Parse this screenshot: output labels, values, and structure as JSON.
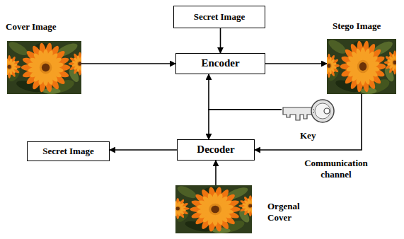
{
  "diagram": {
    "nodes": [
      {
        "text": [
          "Cover Image"
        ]
      },
      {
        "text": [
          "Secret Image"
        ]
      },
      {
        "text": [
          "Encoder"
        ]
      },
      {
        "text": [
          "Stego Image"
        ]
      },
      {
        "text": [
          "Key"
        ]
      },
      {
        "text": [
          "Secret Image"
        ]
      },
      {
        "text": [
          "Decoder"
        ]
      },
      {
        "text": [
          "Orgenal Cover"
        ]
      }
    ],
    "edges": [
      {
        "from": 0,
        "to": 2,
        "arrow": "to"
      },
      {
        "from": 1,
        "to": 2,
        "arrow": "to"
      },
      {
        "from": 2,
        "to": 3,
        "arrow": "to"
      },
      {
        "from": 4,
        "to": 2,
        "arrow": "to"
      },
      {
        "from": 4,
        "to": 6,
        "arrow": "to"
      },
      {
        "from": 3,
        "to": 6,
        "label": "Communication channel",
        "arrow": "to"
      },
      {
        "from": 6,
        "to": 5,
        "arrow": "to"
      },
      {
        "from": 7,
        "to": 6,
        "arrow": "to"
      }
    ]
  }
}
